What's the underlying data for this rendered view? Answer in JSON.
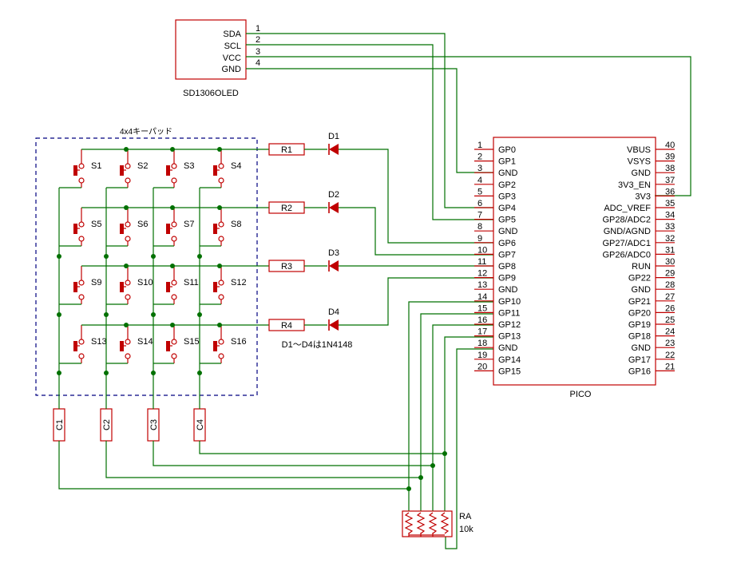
{
  "oled": {
    "name": "SD1306OLED",
    "pins": [
      {
        "num": "1",
        "label": "SDA"
      },
      {
        "num": "2",
        "label": "SCL"
      },
      {
        "num": "3",
        "label": "VCC"
      },
      {
        "num": "4",
        "label": "GND"
      }
    ]
  },
  "keypad": {
    "title": "4x4キーパッド",
    "switches": [
      "S1",
      "S2",
      "S3",
      "S4",
      "S5",
      "S6",
      "S7",
      "S8",
      "S9",
      "S10",
      "S11",
      "S12",
      "S13",
      "S14",
      "S15",
      "S16"
    ]
  },
  "resistors": [
    "R1",
    "R2",
    "R3",
    "R4"
  ],
  "diodes": [
    "D1",
    "D2",
    "D3",
    "D4"
  ],
  "diode_note": "D1〜D4は1N4148",
  "columns": [
    "C1",
    "C2",
    "C3",
    "C4"
  ],
  "resistor_array": {
    "name": "RA",
    "value": "10k"
  },
  "pico": {
    "name": "PICO",
    "left_pins": [
      {
        "num": "1",
        "label": "GP0"
      },
      {
        "num": "2",
        "label": "GP1"
      },
      {
        "num": "3",
        "label": "GND"
      },
      {
        "num": "4",
        "label": "GP2"
      },
      {
        "num": "5",
        "label": "GP3"
      },
      {
        "num": "6",
        "label": "GP4"
      },
      {
        "num": "7",
        "label": "GP5"
      },
      {
        "num": "8",
        "label": "GND"
      },
      {
        "num": "9",
        "label": "GP6"
      },
      {
        "num": "10",
        "label": "GP7"
      },
      {
        "num": "11",
        "label": "GP8"
      },
      {
        "num": "12",
        "label": "GP9"
      },
      {
        "num": "13",
        "label": "GND"
      },
      {
        "num": "14",
        "label": "GP10"
      },
      {
        "num": "15",
        "label": "GP11"
      },
      {
        "num": "16",
        "label": "GP12"
      },
      {
        "num": "17",
        "label": "GP13"
      },
      {
        "num": "18",
        "label": "GND"
      },
      {
        "num": "19",
        "label": "GP14"
      },
      {
        "num": "20",
        "label": "GP15"
      }
    ],
    "right_pins": [
      {
        "num": "40",
        "label": "VBUS"
      },
      {
        "num": "39",
        "label": "VSYS"
      },
      {
        "num": "38",
        "label": "GND"
      },
      {
        "num": "37",
        "label": "3V3_EN"
      },
      {
        "num": "36",
        "label": "3V3"
      },
      {
        "num": "35",
        "label": "ADC_VREF"
      },
      {
        "num": "34",
        "label": "GP28/ADC2"
      },
      {
        "num": "33",
        "label": "GND/AGND"
      },
      {
        "num": "32",
        "label": "GP27/ADC1"
      },
      {
        "num": "31",
        "label": "GP26/ADC0"
      },
      {
        "num": "30",
        "label": "RUN"
      },
      {
        "num": "29",
        "label": "GP22"
      },
      {
        "num": "28",
        "label": "GND"
      },
      {
        "num": "27",
        "label": "GP21"
      },
      {
        "num": "26",
        "label": "GP20"
      },
      {
        "num": "25",
        "label": "GP19"
      },
      {
        "num": "24",
        "label": "GP18"
      },
      {
        "num": "23",
        "label": "GND"
      },
      {
        "num": "22",
        "label": "GP17"
      },
      {
        "num": "21",
        "label": "GP16"
      }
    ]
  }
}
